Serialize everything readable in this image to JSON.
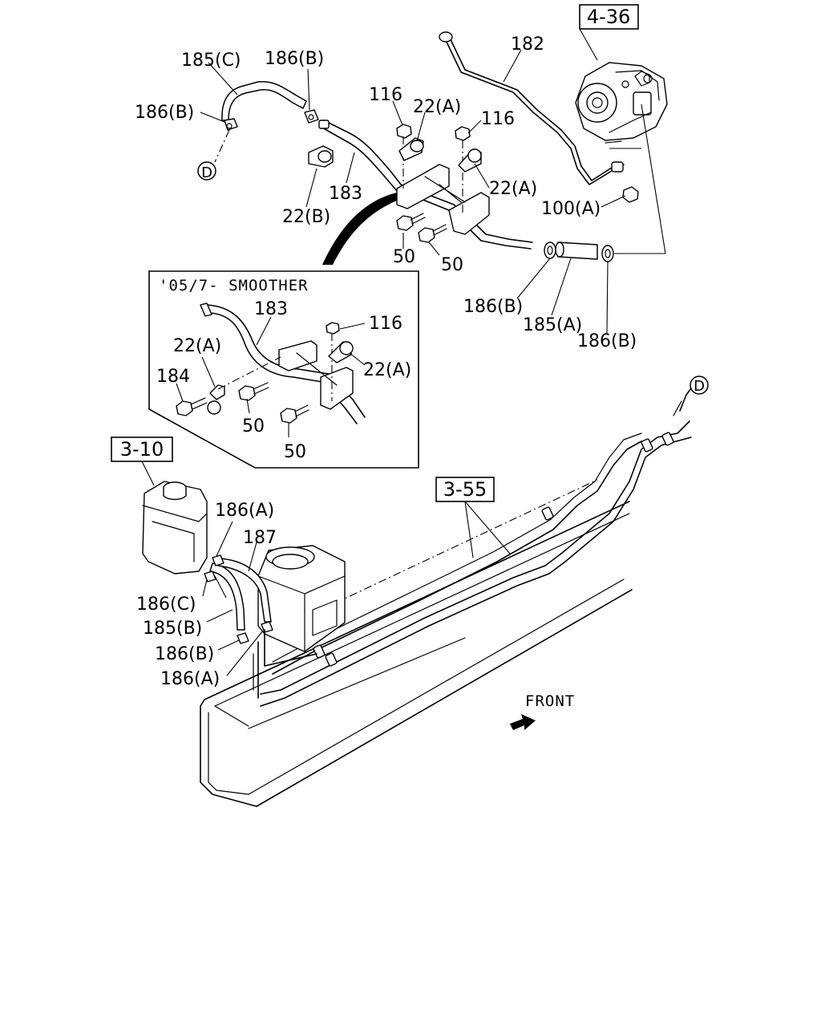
{
  "refs": {
    "ref_4_36": "4-36",
    "ref_3_10": "3-10",
    "ref_3_55": "3-55"
  },
  "connector": {
    "d_top": "D",
    "d_right": "D"
  },
  "labels": {
    "l_185c": "185(C)",
    "l_186b_top": "186(B)",
    "l_186b_left": "186(B)",
    "l_116_a": "116",
    "l_22a_a": "22(A)",
    "l_116_b": "116",
    "l_22a_b": "22(A)",
    "l_182": "182",
    "l_100a": "100(A)",
    "l_183": "183",
    "l_22b": "22(B)",
    "l_50_a": "50",
    "l_50_b": "50",
    "l_186b_mid": "186(B)",
    "l_185a": "185(A)",
    "l_186b_right": "186(B)",
    "l_186a_top": "186(A)",
    "l_187": "187",
    "l_186c": "186(C)",
    "l_185b": "185(B)",
    "l_186b_low": "186(B)",
    "l_186a_low": "186(A)",
    "front": "FRONT"
  },
  "inset": {
    "title": "'05/7- SMOOTHER",
    "l_183": "183",
    "l_116": "116",
    "l_22a_left": "22(A)",
    "l_22a_right": "22(A)",
    "l_184": "184",
    "l_50_a": "50",
    "l_50_b": "50"
  }
}
